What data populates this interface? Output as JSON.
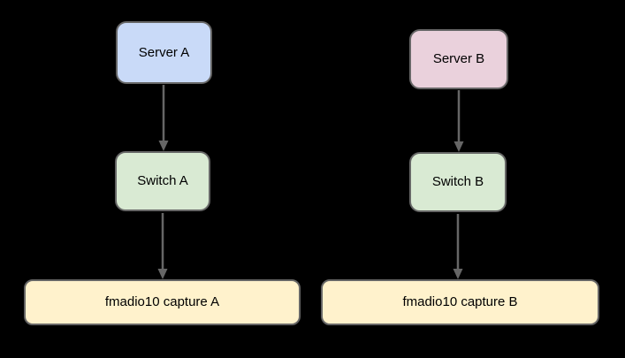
{
  "diagram": {
    "background_color": "#000000",
    "border_color": "#666666",
    "arrow_color": "#666666",
    "text_color": "#000000",
    "nodes": [
      {
        "id": "server-a",
        "label": "Server A",
        "fill": "#c9daf8"
      },
      {
        "id": "server-b",
        "label": "Server B",
        "fill": "#ead1dc"
      },
      {
        "id": "switch-a",
        "label": "Switch A",
        "fill": "#d9ead3"
      },
      {
        "id": "switch-b",
        "label": "Switch B",
        "fill": "#d9ead3"
      },
      {
        "id": "capture-a",
        "label": "fmadio10 capture A",
        "fill": "#fff2cc"
      },
      {
        "id": "capture-b",
        "label": "fmadio10 capture B",
        "fill": "#fff2cc"
      }
    ],
    "edges": [
      {
        "from": "server-a",
        "to": "switch-a"
      },
      {
        "from": "switch-a",
        "to": "capture-a"
      },
      {
        "from": "server-b",
        "to": "switch-b"
      },
      {
        "from": "switch-b",
        "to": "capture-b"
      }
    ]
  }
}
